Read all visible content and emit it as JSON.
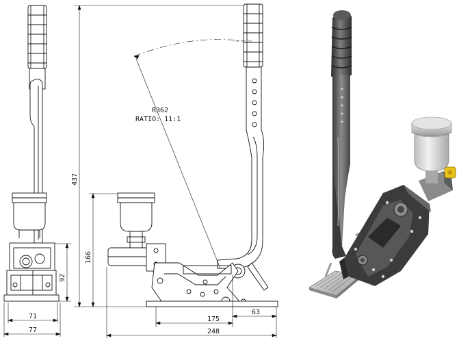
{
  "drawing": {
    "dimensions": {
      "total_height": "437",
      "base_width_front": "71",
      "base_outer_width_front": "77",
      "front_height": "92",
      "reservoir_height": "166",
      "length_175": "175",
      "length_63": "63",
      "total_length": "248"
    },
    "annotation": {
      "radius": "R362",
      "ratio": "RATIO: 11:1"
    }
  },
  "colors": {
    "line": "#111111",
    "metal_dark": "#3c3c3c",
    "metal_mid": "#6c6c6c",
    "metal_light": "#b9b9b9",
    "reservoir": "#d9d9d9",
    "yellow": "#e8c21a"
  }
}
